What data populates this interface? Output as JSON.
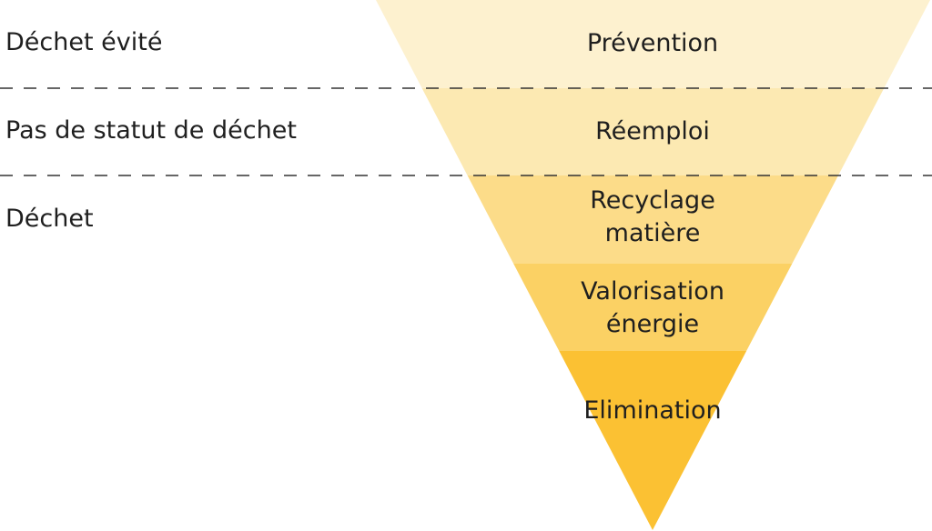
{
  "status_labels": [
    {
      "text": "Déchet évité"
    },
    {
      "text": "Pas de statut de déchet"
    },
    {
      "text": "Déchet"
    }
  ],
  "tiers": [
    {
      "lines": [
        "Prévention"
      ],
      "color": "#fdf1cf"
    },
    {
      "lines": [
        "Réemploi"
      ],
      "color": "#fce9b2"
    },
    {
      "lines": [
        "Recyclage",
        "matière"
      ],
      "color": "#fcdc89"
    },
    {
      "lines": [
        "Valorisation",
        "énergie"
      ],
      "color": "#fbd164"
    },
    {
      "lines": [
        "Elimination"
      ],
      "color": "#fbc133"
    }
  ],
  "divider_color": "#333333",
  "text_color": "#1f1f1f"
}
